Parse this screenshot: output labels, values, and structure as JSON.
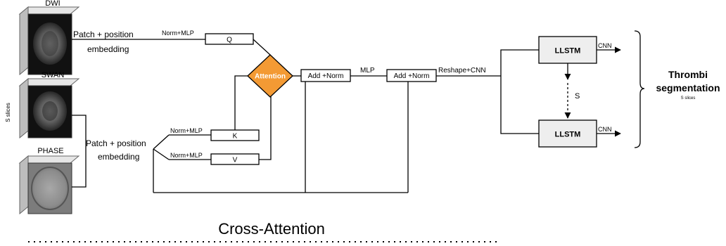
{
  "modalities": {
    "dwi": "DWI",
    "swan": "SWAN",
    "phase": "PHASE",
    "s_slices": "S slices"
  },
  "embedding": {
    "top_line1": "Patch  + position",
    "top_line2": "embedding",
    "bottom_line1": "Patch  + position",
    "bottom_line2": "embedding"
  },
  "norm_mlp": {
    "q": "Norm+MLP",
    "k": "Norm+MLP",
    "v": "Norm+MLP"
  },
  "qkv": {
    "q": "Q",
    "k": "K",
    "v": "V"
  },
  "attention": "Attention",
  "add_norm_1": "Add +Norm",
  "mlp": "MLP",
  "add_norm_2": "Add +Norm",
  "reshape_cnn": "Reshape+CNN",
  "llstm_top": "LLSTM",
  "llstm_bottom": "LLSTM",
  "s_label": "S",
  "cnn_top": "CNN",
  "cnn_bottom": "CNN",
  "output": {
    "title_line1": "Thrombi",
    "title_line2": "segmentation",
    "subtitle": "S slices"
  },
  "section_label": "Cross-Attention",
  "colors": {
    "attention_fill": "#f39a34",
    "llstm_fill": "#eeeeee"
  }
}
